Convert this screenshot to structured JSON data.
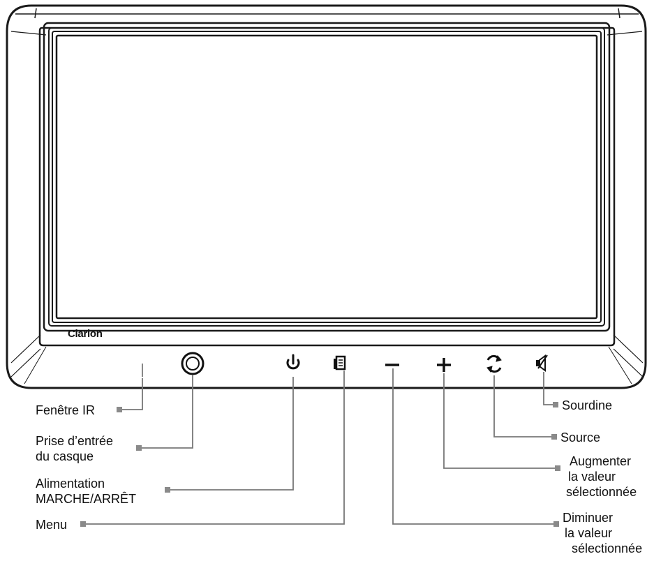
{
  "device": {
    "brand": "Clarion",
    "controls": [
      {
        "id": "ir-window",
        "icon": "ir-window-icon"
      },
      {
        "id": "headphone-jack",
        "icon": "headphone-jack-icon"
      },
      {
        "id": "power-button",
        "icon": "power-icon"
      },
      {
        "id": "menu-button",
        "icon": "menu-icon"
      },
      {
        "id": "minus-button",
        "icon": "minus-icon"
      },
      {
        "id": "plus-button",
        "icon": "plus-icon"
      },
      {
        "id": "source-button",
        "icon": "source-icon"
      },
      {
        "id": "mute-button",
        "icon": "mute-icon"
      }
    ]
  },
  "callouts": {
    "ir_window": [
      "Fenêtre IR"
    ],
    "headphone_jack": [
      "Prise d’entrée",
      "du casque"
    ],
    "power": [
      "Alimentation",
      "MARCHE/ARRÊT"
    ],
    "menu": [
      "Menu"
    ],
    "mute": [
      "Sourdine"
    ],
    "source": [
      "Source"
    ],
    "plus": [
      "Augmenter",
      "la valeur",
      "sélectionnée"
    ],
    "minus": [
      "Diminuer",
      "la valeur",
      "sélectionnée"
    ]
  },
  "colors": {
    "outline": "#1a1a1a",
    "leader": "#777777",
    "marker": "#8a8a8a"
  }
}
